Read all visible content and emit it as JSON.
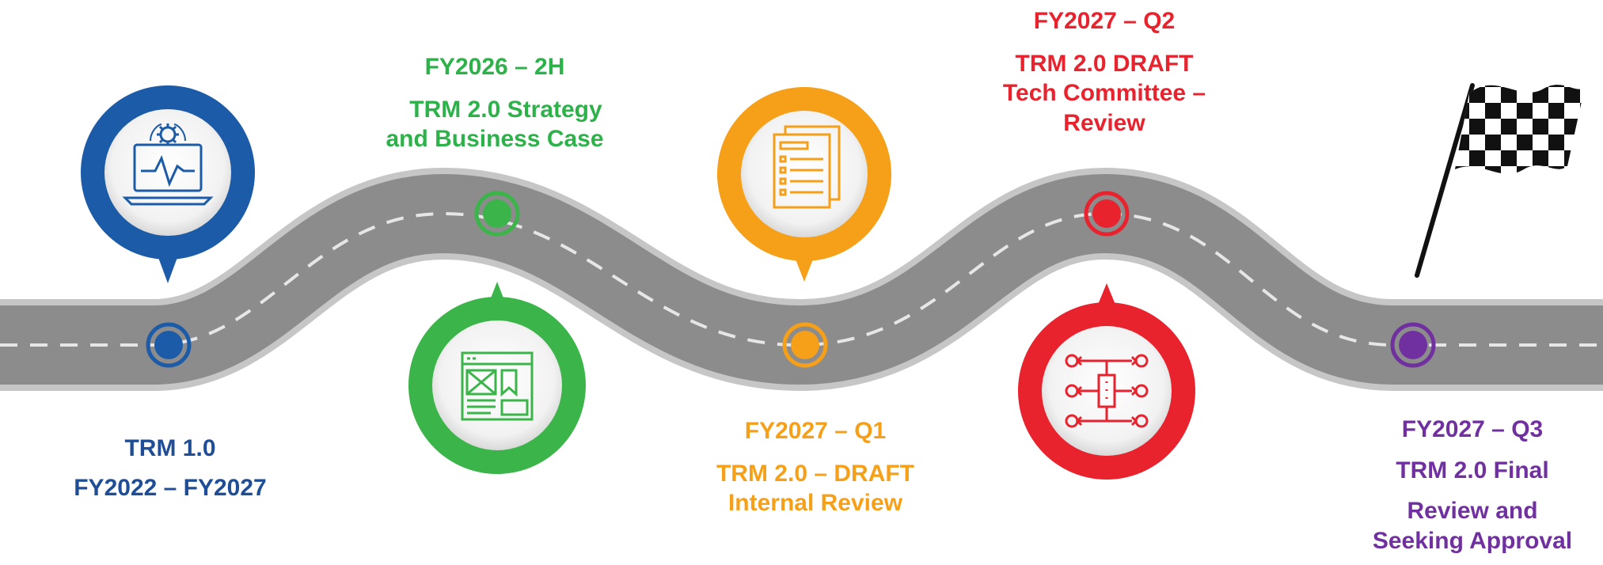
{
  "colors": {
    "blue": "#1B5BA8",
    "blue_text": "#1F4E96",
    "green": "#3BB54A",
    "green_text": "#2DB24A",
    "orange": "#F6A01A",
    "orange_text": "#F6A01A",
    "red": "#E8232E",
    "red_text": "#E8232E",
    "purple": "#7030A0",
    "road": "#8A8A8A",
    "road_edge": "#BDBDBD"
  },
  "milestones": [
    {
      "id": "blue",
      "icon": "laptop-gear-icon",
      "period": "FY2022 – FY2027",
      "title": "TRM 1.0"
    },
    {
      "id": "green",
      "icon": "wireframe-layout-icon",
      "period": "FY2026 – 2H",
      "title_lines": [
        "TRM 2.0 Strategy",
        "and Business Case"
      ]
    },
    {
      "id": "orange",
      "icon": "document-list-icon",
      "period": "FY2027 – Q1",
      "title_lines": [
        "TRM 2.0 – DRAFT",
        "Internal Review"
      ]
    },
    {
      "id": "red",
      "icon": "process-flow-icon",
      "period": "FY2027 – Q2",
      "title_lines": [
        "TRM 2.0 DRAFT",
        "Tech Committee –",
        "Review"
      ]
    },
    {
      "id": "purple",
      "icon": "checkered-flag-icon",
      "period": "FY2027 – Q3",
      "title": "TRM 2.0 Final",
      "subtitle_lines": [
        "Review and",
        "Seeking Approval"
      ]
    }
  ]
}
